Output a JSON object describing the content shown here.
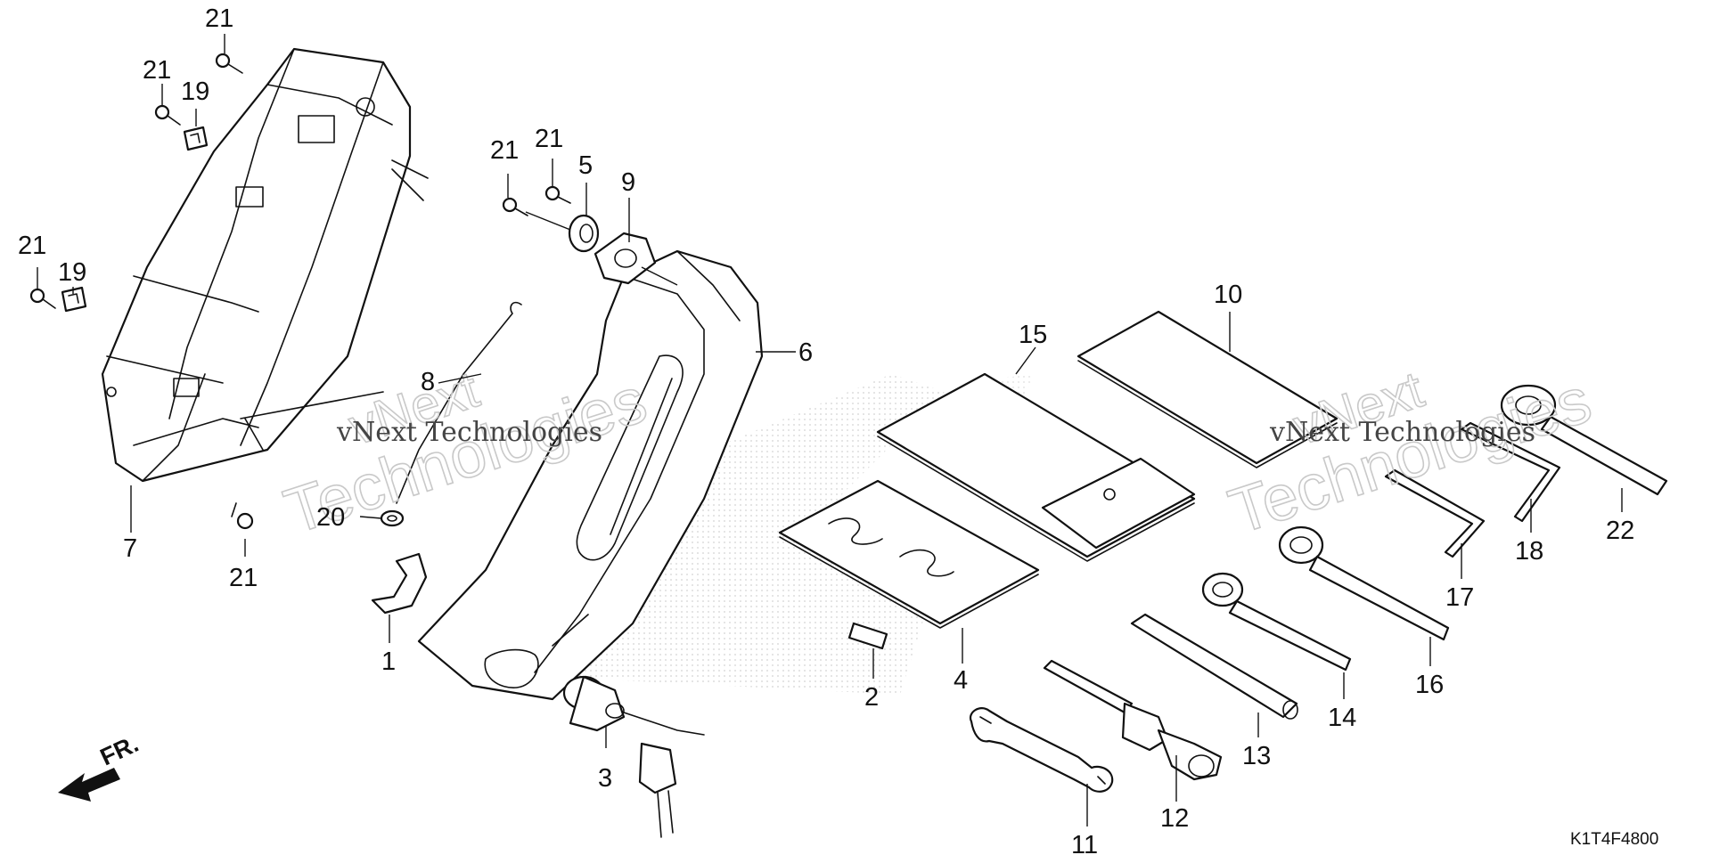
{
  "diagram_code": "K1T4F4800",
  "front_label": "FR.",
  "watermark": {
    "line1": "vNext",
    "line2": "Technologies",
    "small": "vNext Technologies"
  },
  "callouts": {
    "p1": "1",
    "p2": "2",
    "p3": "3",
    "p4": "4",
    "p5": "5",
    "p6": "6",
    "p7": "7",
    "p8": "8",
    "p9": "9",
    "p10": "10",
    "p11": "11",
    "p12": "12",
    "p13": "13",
    "p14": "14",
    "p15": "15",
    "p16": "16",
    "p17": "17",
    "p18": "18",
    "p19a": "19",
    "p19b": "19",
    "p20": "20",
    "p21a": "21",
    "p21b": "21",
    "p21c": "21",
    "p21d": "21",
    "p21e": "21",
    "p21f": "21",
    "p22": "22"
  },
  "colors": {
    "ink": "#111111",
    "watermark": "#c9c9c9",
    "background": "#ffffff"
  }
}
